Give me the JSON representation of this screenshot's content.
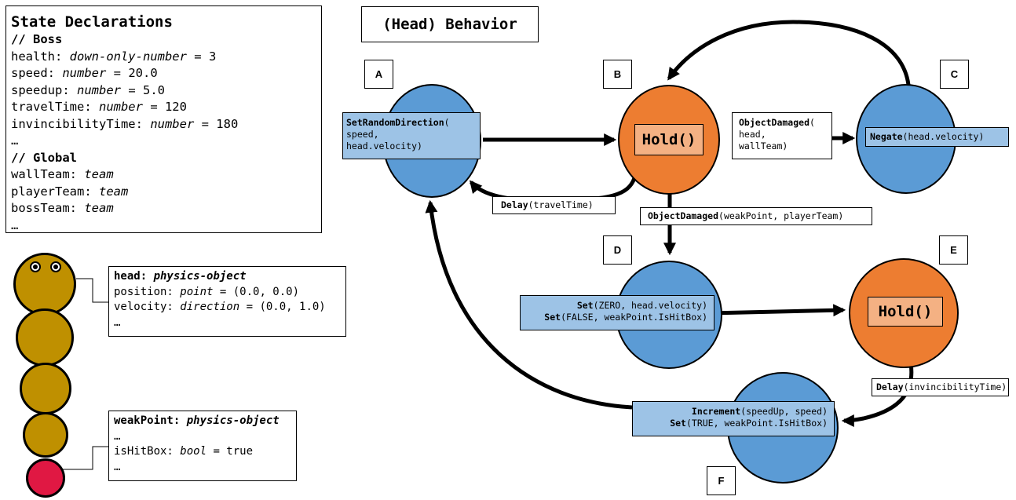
{
  "state_box": {
    "title": "State Declarations",
    "boss_header": "// Boss",
    "boss": [
      {
        "name": "health: ",
        "type": "down-only-number",
        "value": " = 3"
      },
      {
        "name": "speed: ",
        "type": "number",
        "value": " = 20.0"
      },
      {
        "name": "speedup: ",
        "type": "number",
        "value": " = 5.0"
      },
      {
        "name": "travelTime: ",
        "type": "number",
        "value": " = 120"
      },
      {
        "name": "invincibilityTime: ",
        "type": "number",
        "value": " = 180"
      }
    ],
    "ellipsis": "…",
    "global_header": "// Global",
    "global": [
      {
        "name": "wallTeam: ",
        "type": "team"
      },
      {
        "name": "playerTeam: ",
        "type": "team"
      },
      {
        "name": "bossTeam: ",
        "type": "team"
      }
    ]
  },
  "behavior_title": "(Head) Behavior",
  "state_labels": {
    "a": "A",
    "b": "B",
    "c": "C",
    "d": "D",
    "e": "E",
    "f": "F"
  },
  "actions": {
    "a": {
      "fn": "SetRandomDirection",
      "open": "(",
      "line2": "speed,",
      "line3": "head.velocity)"
    },
    "b_hold": "Hold()",
    "c": {
      "fn": "Negate",
      "args": "(head.velocity)"
    },
    "d": {
      "fn1": "Set",
      "args1": "(ZERO, head.velocity)",
      "fn2": "Set",
      "args2": "(FALSE, weakPoint.IsHitBox)"
    },
    "e_hold": "Hold()",
    "f": {
      "fn1": "Increment",
      "args1": "(speedUp, speed)",
      "fn2": "Set",
      "args2": "(TRUE, weakPoint.IsHitBox)"
    }
  },
  "transitions": {
    "b_to_c": {
      "fn": "ObjectDamaged",
      "open": "(",
      "line2": "head,",
      "line3": "wallTeam)"
    },
    "b_to_a": {
      "fn": "Delay",
      "args": "(travelTime)"
    },
    "b_to_d": {
      "fn": "ObjectDamaged",
      "args": "(weakPoint, playerTeam)"
    },
    "e_to_f": {
      "fn": "Delay",
      "args": "(invincibilityTime)"
    }
  },
  "head_info": {
    "title_name": "head: ",
    "title_type": "physics-object",
    "line1_name": "position: ",
    "line1_type": "point",
    "line1_value": " = (0.0, 0.0)",
    "line2_name": "velocity: ",
    "line2_type": "direction",
    "line2_value": " = (0.0, 1.0)",
    "ellipsis": "…"
  },
  "weak_info": {
    "title_name": "weakPoint: ",
    "title_type": "physics-object",
    "ellipsis1": "…",
    "line_name": "isHitBox: ",
    "line_type": "bool",
    "line_value": " = true",
    "ellipsis2": "…"
  },
  "colors": {
    "state_blue": "#5b9bd5",
    "hold_orange": "#ed7d31",
    "action_blue": "#9dc3e6",
    "hold_label": "#f4b183",
    "body_gold": "#bf9000",
    "weakpoint_red": "#e01843"
  }
}
